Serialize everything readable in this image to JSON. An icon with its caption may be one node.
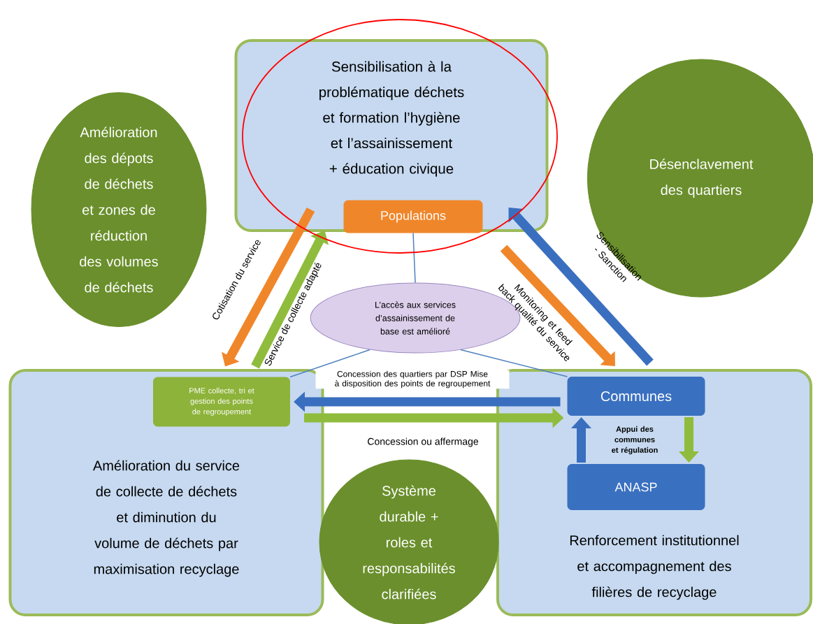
{
  "diagram": {
    "nodes": [
      {
        "text": [
          "Sensibilisation à la problématique déchets et formation l’hygiène et l’assainissement + éducation civique"
        ]
      },
      {
        "text": [
          "Populations"
        ],
        "in": 0
      },
      {
        "text": [
          "Amélioration des dépots de déchets et zones de réduction des volumes de déchets"
        ]
      },
      {
        "text": [
          "Désenclavement des quartiers"
        ]
      },
      {
        "text": [
          "L’accès aux services d’assainissement de base est amélioré"
        ]
      },
      {
        "text": [
          "Amélioration du service de collecte de déchets et diminution du volume de déchets par maximisation recyclage"
        ]
      },
      {
        "text": [
          "PME collecte, tri et gestion des points de regroupement"
        ],
        "in": 5
      },
      {
        "text": [
          "Renforcement institutionnel et accompagnement des filières de recyclage"
        ]
      },
      {
        "text": [
          "Communes"
        ],
        "in": 7
      },
      {
        "text": [
          "ANASP"
        ],
        "in": 7
      },
      {
        "text": [
          "Système durable + roles et responsabilités clarifiées"
        ]
      }
    ],
    "edges": [
      {
        "from": 1,
        "to": 6,
        "arrow": "to",
        "label": "Cotisation du service",
        "color": "#f0862a"
      },
      {
        "from": 6,
        "to": 1,
        "arrow": "to",
        "label": "Service de collecte adapté",
        "color": "#8fbc3c"
      },
      {
        "from": 1,
        "to": 8,
        "arrow": "to",
        "label": "Monitoring et feed back qualité du service",
        "color": "#f0862a"
      },
      {
        "from": 8,
        "to": 0,
        "arrow": "to",
        "label": "Sensibilisation - Sanction",
        "color": "#3a6fbf"
      },
      {
        "from": 1,
        "to": 4,
        "arrow": "none",
        "color": "#4f81bd"
      },
      {
        "from": 4,
        "to": 6,
        "arrow": "none",
        "color": "#4f81bd"
      },
      {
        "from": 4,
        "to": 8,
        "arrow": "none",
        "color": "#4f81bd"
      },
      {
        "from": 8,
        "to": 6,
        "arrow": "to",
        "label": "Concession des quartiers par DSP Mise à disposition des points de regroupement",
        "color": "#3a6fbf"
      },
      {
        "from": 6,
        "to": 8,
        "arrow": "to",
        "label": "Concession ou affermage",
        "color": "#8fbc3c"
      },
      {
        "from": 8,
        "to": 9,
        "arrow": "to",
        "label": "Appui des communes et régulation",
        "color": "#8fbc3c"
      },
      {
        "from": 9,
        "to": 8,
        "arrow": "to",
        "color": "#3a6fbf"
      }
    ]
  }
}
